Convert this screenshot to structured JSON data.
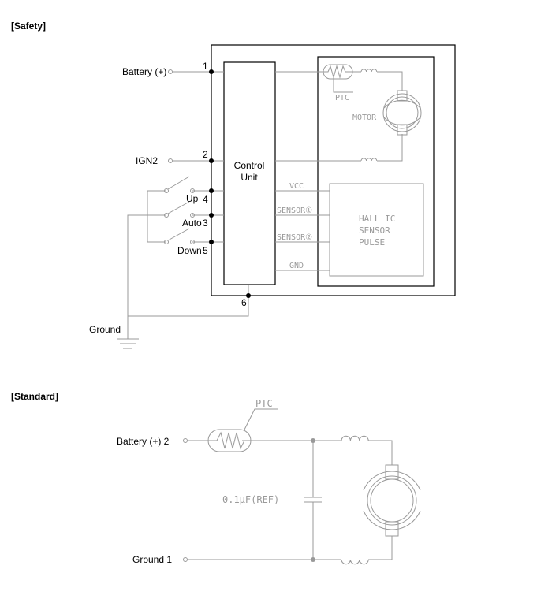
{
  "safety": {
    "title": "[Safety]",
    "battery": "Battery (+)",
    "ign2": "IGN2",
    "ground": "Ground",
    "pins": {
      "p1": "1",
      "p2": "2",
      "p3": "3",
      "p4": "4",
      "p5": "5",
      "p6": "6"
    },
    "switches": {
      "up": "Up",
      "auto": "Auto",
      "down": "Down"
    },
    "control_unit": [
      "Control",
      "Unit"
    ],
    "ptc": "PTC",
    "motor": "MOTOR",
    "signals": {
      "vcc": "VCC",
      "sensor1": "SENSOR①",
      "sensor2": "SENSOR②",
      "gnd": "GND"
    },
    "hall": [
      "HALL IC",
      "SENSOR",
      "PULSE"
    ]
  },
  "standard": {
    "title": "[Standard]",
    "battery": "Battery (+)  2",
    "ground": "Ground  1",
    "ptc": "PTC",
    "capacitor": "0.1μF(REF)"
  }
}
